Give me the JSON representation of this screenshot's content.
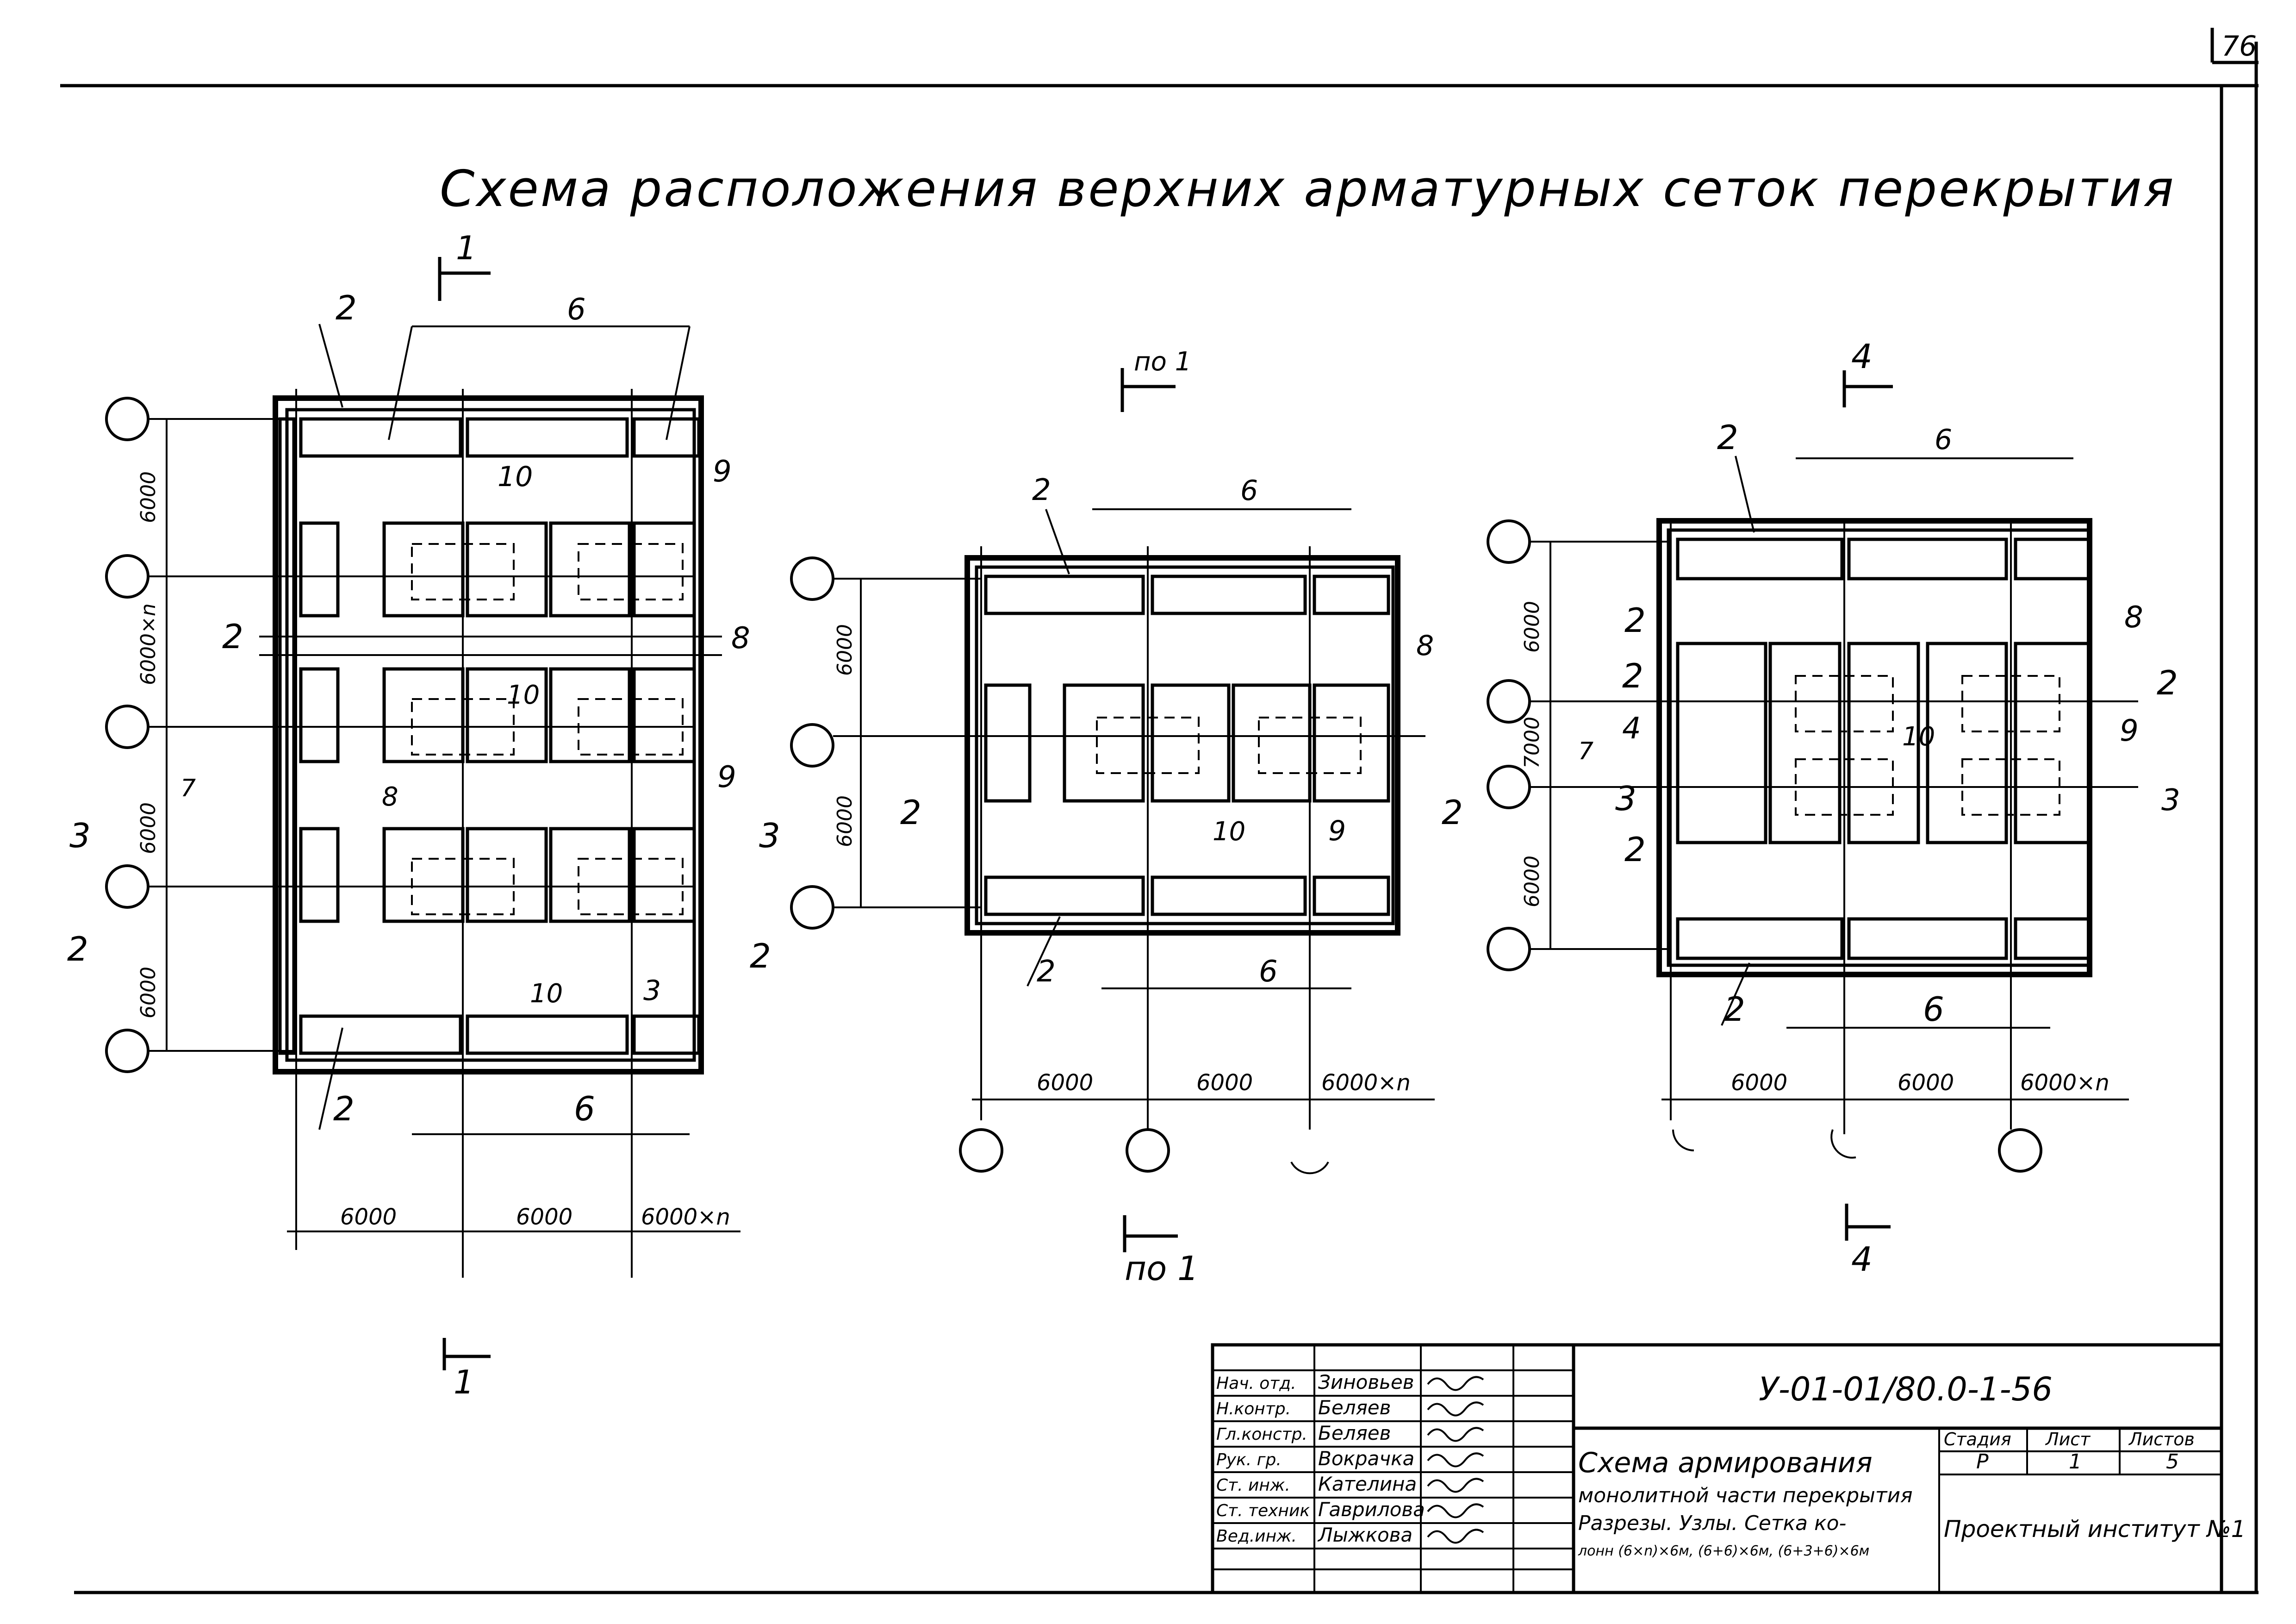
{
  "sheet_corner": "76",
  "title": "Схема расположения верхних арматурных сеток перекрытия",
  "plan_left": {
    "section_top": "1",
    "section_bottom": "1",
    "section_2": "2",
    "section_3": "3",
    "dims_vertical": [
      "6000",
      "6000×n",
      "6000",
      "6000"
    ],
    "dims_horizontal": [
      "6000",
      "6000",
      "6000×n"
    ],
    "dim_7": "7",
    "labels": {
      "n2": "2",
      "n6": "6",
      "n8": "8",
      "n9": "9",
      "n10": "10",
      "n3": "3"
    }
  },
  "plan_middle": {
    "section_top": "по 1",
    "section_bottom": "по 1",
    "section_2": "2",
    "dims_vertical": [
      "6000",
      "6000"
    ],
    "dims_horizontal": [
      "6000",
      "6000",
      "6000×n"
    ],
    "labels": {
      "n2": "2",
      "n6": "6",
      "n8": "8",
      "n9": "9",
      "n10": "10"
    }
  },
  "plan_right": {
    "section_top": "4",
    "section_bottom": "4",
    "section_2": "2",
    "section_3": "3",
    "section_4": "4",
    "dims_vertical": [
      "6000",
      "7000",
      "6000"
    ],
    "dims_horizontal": [
      "6000",
      "6000",
      "6000×n"
    ],
    "dim_7": "7",
    "labels": {
      "n2": "2",
      "n6": "6",
      "n8": "8",
      "n9": "9",
      "n10": "10"
    }
  },
  "title_block": {
    "doc_code": "У-01-01/80.0-1-56",
    "roles": [
      "Нач. отд.",
      "Н.контр.",
      "Гл.констр.",
      "Рук. гр.",
      "Ст. инж.",
      "Ст. техник",
      "Вед.инж."
    ],
    "names": [
      "Зиновьев",
      "Беляев",
      "Беляев",
      "Вокрачка",
      "Кателина",
      "Гаврилова",
      "Лыжкова"
    ],
    "desc_1": "Схема армирования",
    "desc_2": "монолитной части перекрытия",
    "desc_3": "Разрезы. Узлы. Сетка ко-",
    "desc_4": "лонн (6×n)×6м, (6+6)×6м, (6+3+6)×6м",
    "stage_hdr": "Стадия",
    "sheet_hdr": "Лист",
    "sheets_hdr": "Листов",
    "stage": "Р",
    "sheet": "1",
    "sheets": "5",
    "org": "Проектный институт №1"
  }
}
